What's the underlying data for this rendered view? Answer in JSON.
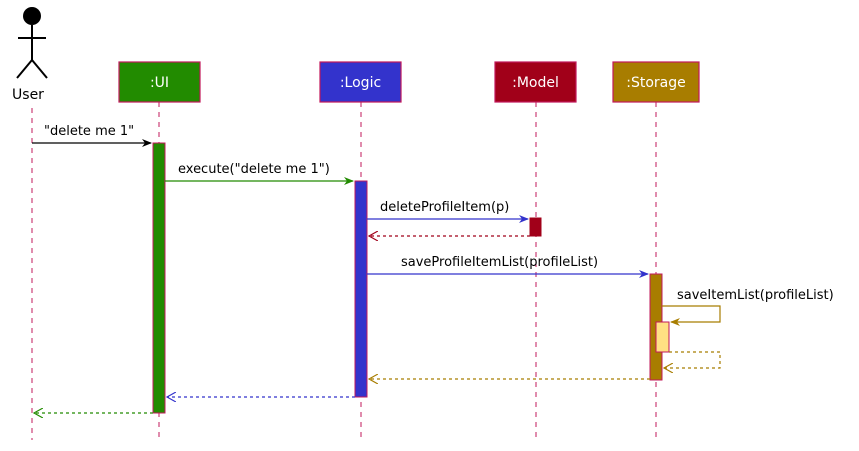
{
  "actor": {
    "label": "User",
    "icon": "stick-figure-icon"
  },
  "participants": [
    {
      "id": "ui",
      "label": ":UI",
      "fill": "#228B00",
      "text_color": "#ffffff"
    },
    {
      "id": "logic",
      "label": ":Logic",
      "fill": "#3333CC",
      "text_color": "#ffffff"
    },
    {
      "id": "model",
      "label": ":Model",
      "fill": "#A10019",
      "text_color": "#ffffff"
    },
    {
      "id": "storage",
      "label": ":Storage",
      "fill": "#A87D00",
      "text_color": "#ffffff"
    }
  ],
  "lifeline_color": "#C2185B",
  "activation_border": "#C2185B",
  "nested_activation_fill": "#FFE083",
  "messages": [
    {
      "label": "\"delete me 1\"",
      "color": "#000000",
      "kind": "call"
    },
    {
      "label": "execute(\"delete me 1\")",
      "color": "#228B00",
      "kind": "call"
    },
    {
      "label": "deleteProfileItem(p)",
      "color": "#3333CC",
      "kind": "call"
    },
    {
      "label": "",
      "color": "#A10019",
      "kind": "return"
    },
    {
      "label": "saveProfileItemList(profileList)",
      "color": "#3333CC",
      "kind": "call"
    },
    {
      "label": "saveItemList(profileList)",
      "color": "#A87D00",
      "kind": "self-call"
    },
    {
      "label": "",
      "color": "#A87D00",
      "kind": "self-return"
    },
    {
      "label": "",
      "color": "#A87D00",
      "kind": "return"
    },
    {
      "label": "",
      "color": "#3333CC",
      "kind": "return"
    },
    {
      "label": "",
      "color": "#228B00",
      "kind": "return"
    }
  ]
}
